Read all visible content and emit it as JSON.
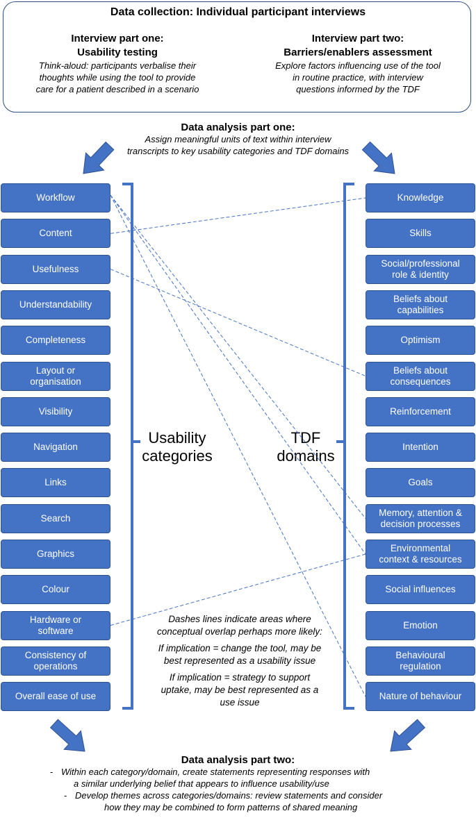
{
  "header": {
    "title": "Data collection: Individual participant interviews",
    "part_one": {
      "title_line1": "Interview part one:",
      "title_line2": "Usability testing",
      "desc_line1": "Think-aloud: participants verbalise their",
      "desc_line2": "thoughts while using the tool to provide",
      "desc_line3": "care for a patient described in a scenario"
    },
    "part_two": {
      "title_line1": "Interview part two:",
      "title_line2": "Barriers/enablers assessment",
      "desc_line1": "Explore factors influencing use of the tool",
      "desc_line2": "in routine practice, with interview",
      "desc_line3": "questions informed by the TDF"
    }
  },
  "analysis_one": {
    "title": "Data analysis part one:",
    "desc_line1": "Assign meaningful units of text within interview",
    "desc_line2": "transcripts to key usability categories and TDF domains"
  },
  "usability": {
    "label_line1": "Usability",
    "label_line2": "categories",
    "items": [
      {
        "line1": "Workflow",
        "line2": ""
      },
      {
        "line1": "Content",
        "line2": ""
      },
      {
        "line1": "Usefulness",
        "line2": ""
      },
      {
        "line1": "Understandability",
        "line2": ""
      },
      {
        "line1": "Completeness",
        "line2": ""
      },
      {
        "line1": "Layout or",
        "line2": "organisation"
      },
      {
        "line1": "Visibility",
        "line2": ""
      },
      {
        "line1": "Navigation",
        "line2": ""
      },
      {
        "line1": "Links",
        "line2": ""
      },
      {
        "line1": "Search",
        "line2": ""
      },
      {
        "line1": "Graphics",
        "line2": ""
      },
      {
        "line1": "Colour",
        "line2": ""
      },
      {
        "line1": "Hardware or",
        "line2": "software"
      },
      {
        "line1": "Consistency of",
        "line2": "operations"
      },
      {
        "line1": "Overall ease of use",
        "line2": ""
      }
    ]
  },
  "tdf": {
    "label_line1": "TDF",
    "label_line2": "domains",
    "items": [
      {
        "line1": "Knowledge",
        "line2": ""
      },
      {
        "line1": "Skills",
        "line2": ""
      },
      {
        "line1": "Social/professional",
        "line2": "role & identity"
      },
      {
        "line1": "Beliefs about",
        "line2": "capabilities"
      },
      {
        "line1": "Optimism",
        "line2": ""
      },
      {
        "line1": "Beliefs about",
        "line2": "consequences"
      },
      {
        "line1": "Reinforcement",
        "line2": ""
      },
      {
        "line1": "Intention",
        "line2": ""
      },
      {
        "line1": "Goals",
        "line2": ""
      },
      {
        "line1": "Memory, attention &",
        "line2": "decision processes"
      },
      {
        "line1": "Environmental",
        "line2": "context & resources"
      },
      {
        "line1": "Social influences",
        "line2": ""
      },
      {
        "line1": "Emotion",
        "line2": ""
      },
      {
        "line1": "Behavioural",
        "line2": "regulation"
      },
      {
        "line1": "Nature of behaviour",
        "line2": ""
      }
    ]
  },
  "connections": [
    {
      "from": "Workflow",
      "to": "Memory, attention & decision processes"
    },
    {
      "from": "Workflow",
      "to": "Environmental context & resources"
    },
    {
      "from": "Workflow",
      "to": "Nature of behaviour"
    },
    {
      "from": "Content",
      "to": "Knowledge"
    },
    {
      "from": "Usefulness",
      "to": "Beliefs about consequences"
    },
    {
      "from": "Hardware or software",
      "to": "Environmental context & resources"
    }
  ],
  "note": {
    "line1": "Dashes lines indicate areas where",
    "line2": "conceptual overlap perhaps more likely:",
    "line3": "If implication = change the tool, may be",
    "line4": "best represented as a usability issue",
    "line5": "If implication = strategy to support",
    "line6": "uptake, may be best represented as a",
    "line7": "use issue"
  },
  "analysis_two": {
    "title": "Data analysis part two:",
    "bullet1_line1": "Within each category/domain, create statements representing responses with",
    "bullet1_line2": "a similar underlying belief that appears to influence usability/use",
    "bullet2_line1": "Develop themes across categories/domains: review statements and consider",
    "bullet2_line2": "how they may be combined to form patterns of shared meaning",
    "bullet_marker": "-"
  },
  "colors": {
    "box_fill": "#4472c4",
    "box_border": "#2f528f",
    "arrow": "#4472c4",
    "dash": "#4472c4",
    "frame": "#2f4f7f"
  }
}
